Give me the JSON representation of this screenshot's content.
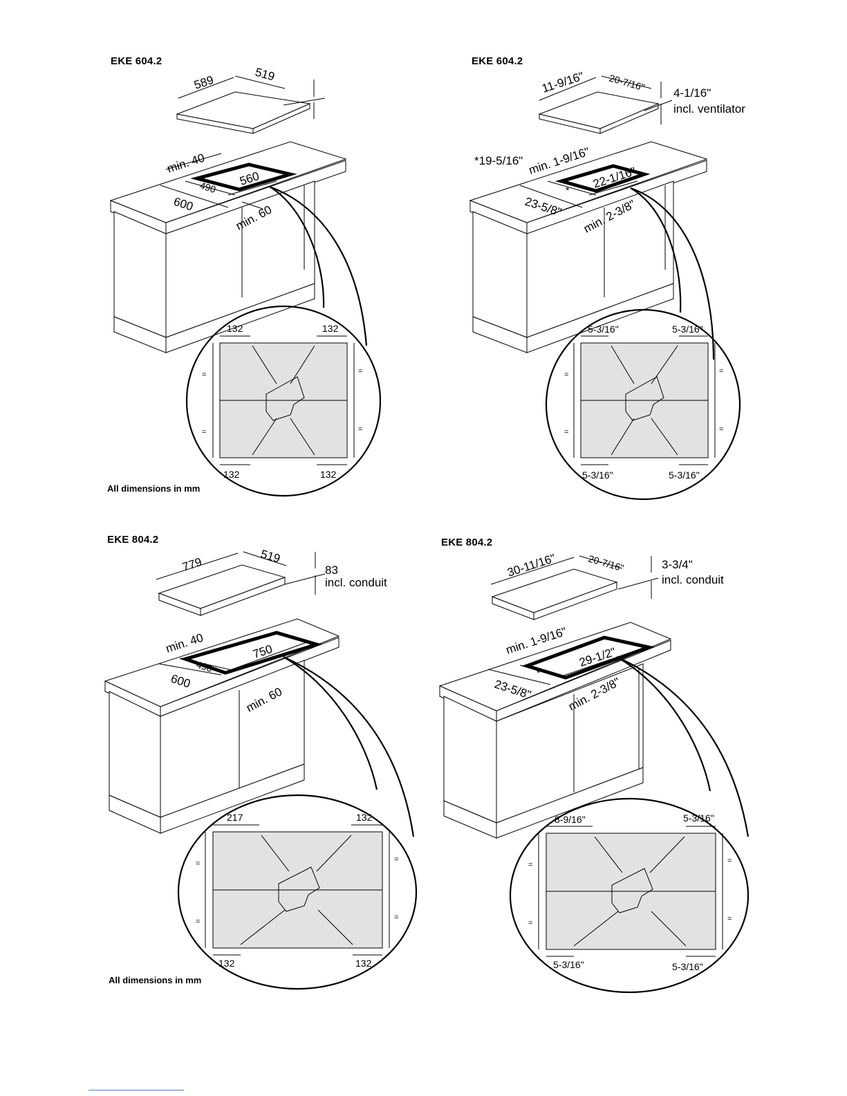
{
  "panels": [
    {
      "id": "tl",
      "heading": "EKE 604.2",
      "hob": {
        "width": "589",
        "depth": "519",
        "height": "",
        "height_note": ""
      },
      "cutout": {
        "min_front": "min. 40",
        "depth": "490",
        "width": "560",
        "worktop": "600",
        "min_back": "min. 60",
        "star": "",
        "star_note": ""
      },
      "detail": {
        "top_left": "132",
        "top_right": "132",
        "bottom_left": "132",
        "bottom_right": "132"
      },
      "footnote": "All dimensions in mm"
    },
    {
      "id": "tr",
      "heading": "EKE 604.2",
      "hob": {
        "width": "11-9/16\"",
        "depth": "20-7/16\"",
        "height": "4-1/16\"",
        "height_note": "incl. ventilator"
      },
      "cutout": {
        "min_front": "min. 1-9/16\"",
        "depth": "*",
        "width": "22-1/16\"",
        "worktop": "23-5/8\"",
        "min_back": "min. 2-3/8\"",
        "star": "*19-5/16\"",
        "star_note": ""
      },
      "detail": {
        "top_left": "5-3/16\"",
        "top_right": "5-3/16\"",
        "bottom_left": "5-3/16\"",
        "bottom_right": "5-3/16\""
      },
      "footnote": ""
    },
    {
      "id": "bl",
      "heading": "EKE 804.2",
      "hob": {
        "width": "779",
        "depth": "519",
        "height": "83",
        "height_note": "incl. conduit"
      },
      "cutout": {
        "min_front": "min. 40",
        "depth": "490",
        "width": "750",
        "worktop": "600",
        "min_back": "min. 60",
        "star": "",
        "star_note": ""
      },
      "detail": {
        "top_left": "217",
        "top_right": "132",
        "bottom_left": "132",
        "bottom_right": "132"
      },
      "footnote": "All dimensions in mm"
    },
    {
      "id": "br",
      "heading": "EKE 804.2",
      "hob": {
        "width": "30-11/16\"",
        "depth": "20-7/16\"",
        "height": "3-3/4\"",
        "height_note": "incl. conduit"
      },
      "cutout": {
        "min_front": "min. 1-9/16\"",
        "depth": "*",
        "width": "29-1/2\"",
        "worktop": "23-5/8\"",
        "min_back": "min. 2-3/8\"",
        "star": "",
        "star_note": ""
      },
      "detail": {
        "top_left": "8-9/16\"",
        "top_right": "5-3/16\"",
        "bottom_left": "5-3/16\"",
        "bottom_right": "5-3/16\""
      },
      "footnote": ""
    }
  ],
  "equal_mark": "="
}
